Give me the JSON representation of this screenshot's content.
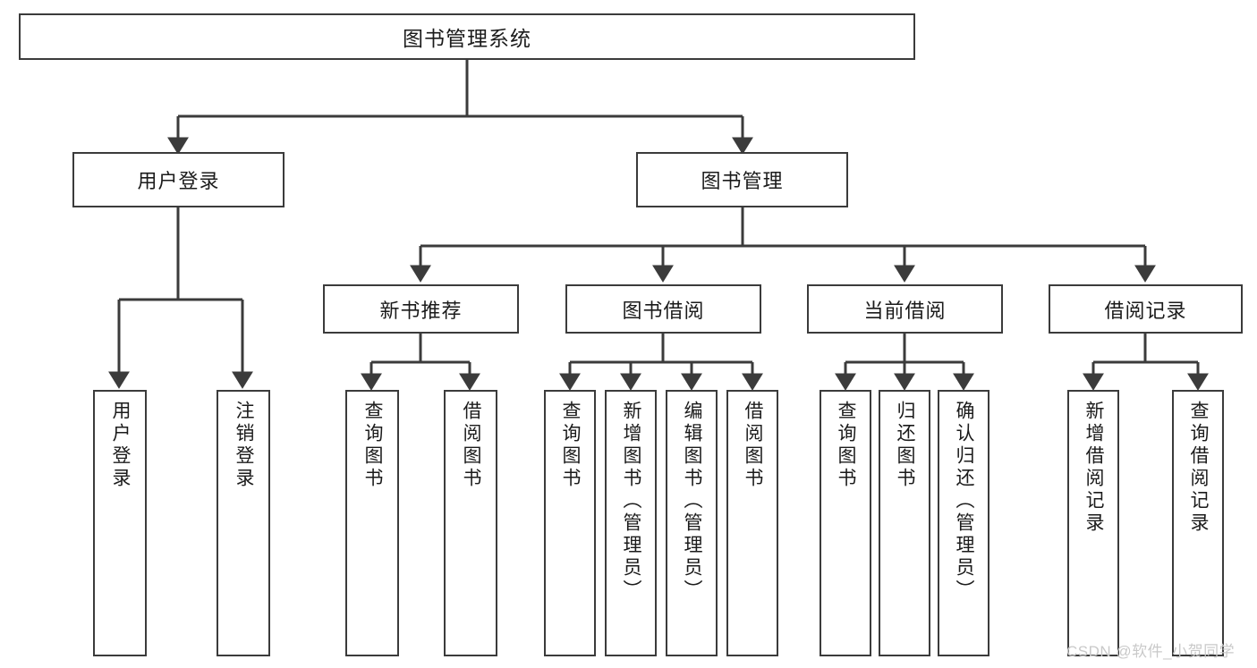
{
  "diagram": {
    "title": "图书管理系统",
    "type": "tree-hierarchy-diagram",
    "root": {
      "label": "图书管理系统"
    },
    "level2": [
      {
        "label": "用户登录"
      },
      {
        "label": "图书管理"
      }
    ],
    "level3": [
      {
        "label": "新书推荐"
      },
      {
        "label": "图书借阅"
      },
      {
        "label": "当前借阅"
      },
      {
        "label": "借阅记录"
      }
    ],
    "leaves": {
      "user_login": [
        {
          "label": "用户登录"
        },
        {
          "label": "注销登录"
        }
      ],
      "new_book_recommend": [
        {
          "label": "查询图书"
        },
        {
          "label": "借阅图书"
        }
      ],
      "book_borrow": [
        {
          "label": "查询图书"
        },
        {
          "label": "新增图书（管理员）"
        },
        {
          "label": "编辑图书（管理员）"
        },
        {
          "label": "借阅图书"
        }
      ],
      "current_borrow": [
        {
          "label": "查询图书"
        },
        {
          "label": "归还图书"
        },
        {
          "label": "确认归还（管理员）"
        }
      ],
      "borrow_record": [
        {
          "label": "新增借阅记录"
        },
        {
          "label": "查询借阅记录"
        }
      ]
    }
  },
  "watermark": {
    "text": "CSDN @软件_小贺同学"
  },
  "colors": {
    "stroke": "#3b3b3b",
    "box_fill": "#ffffff",
    "text": "#1b1b1b",
    "watermark": "#c9c9c9"
  }
}
